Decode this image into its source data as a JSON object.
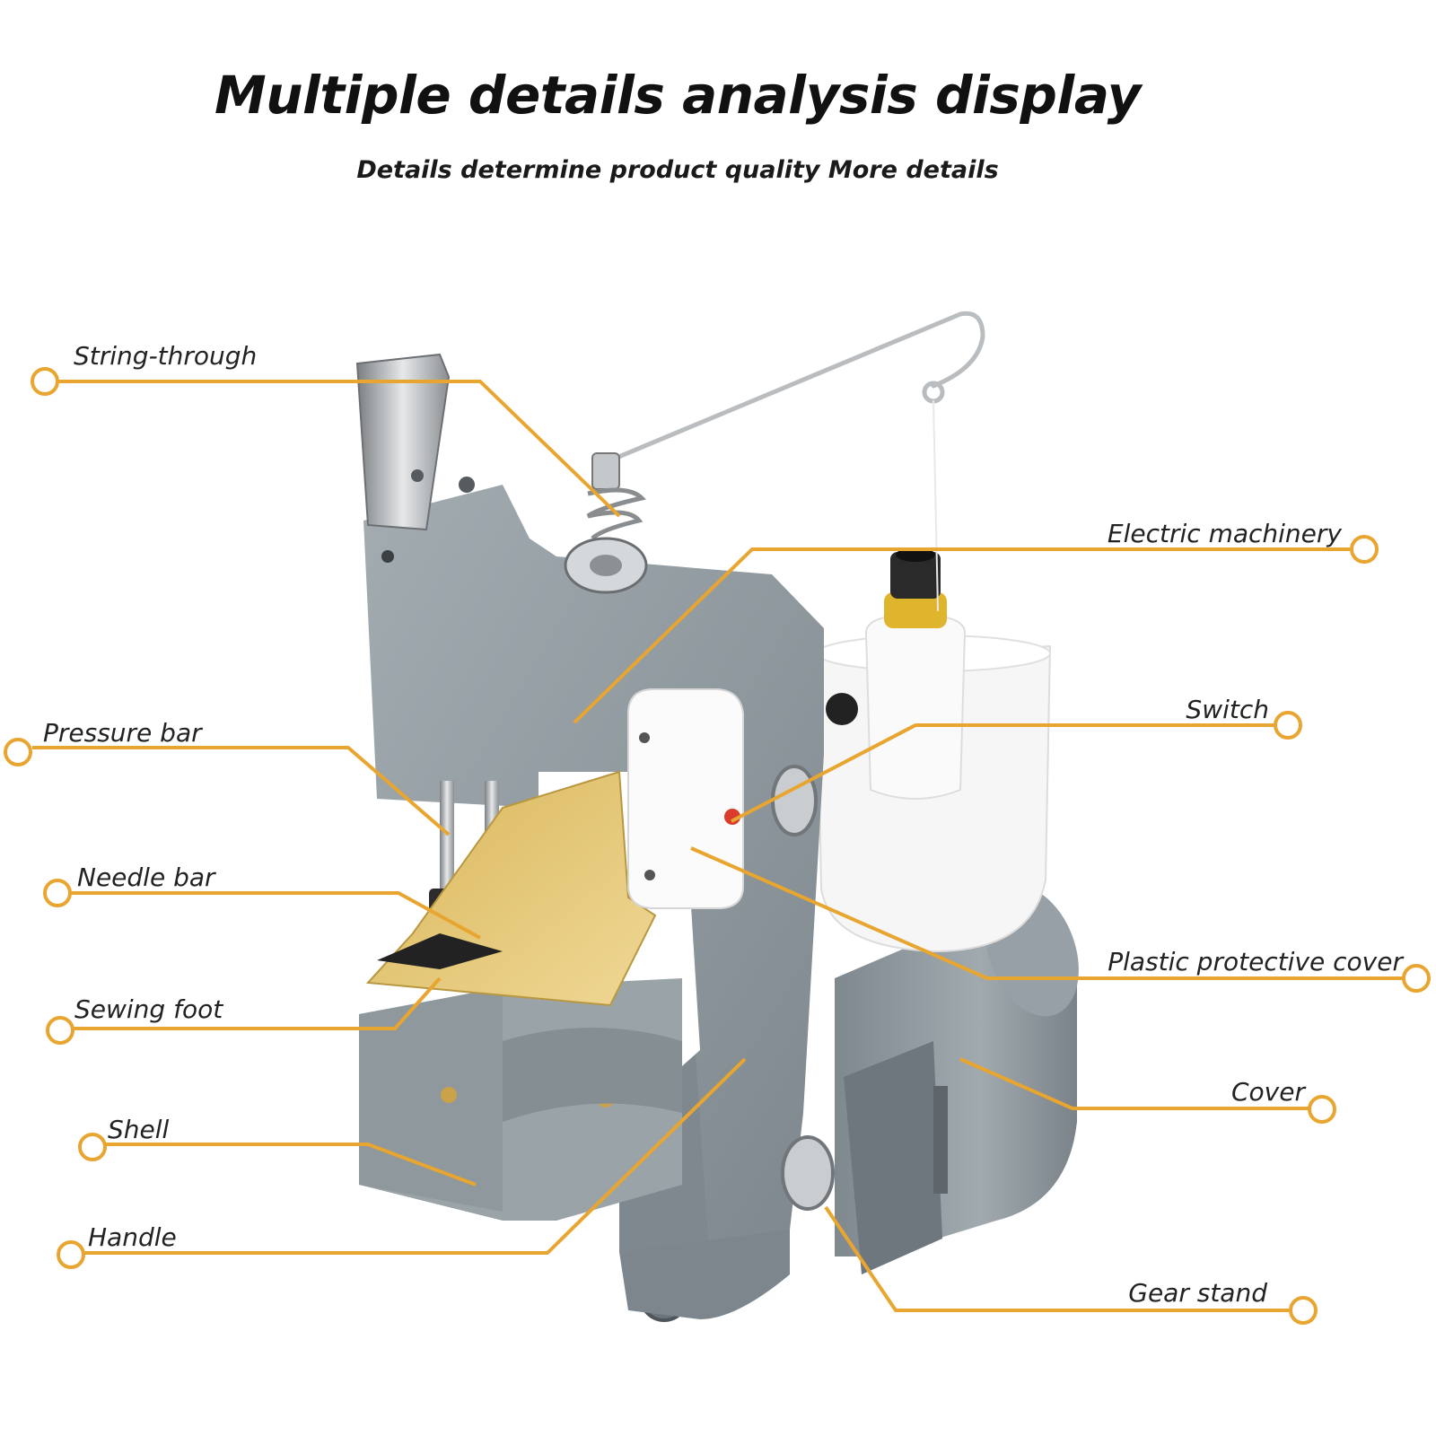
{
  "header": {
    "title": "Multiple details analysis display",
    "subtitle": "Details determine product quality More details"
  },
  "colors": {
    "accent": "#E8A530",
    "machine_body": "#8E989E",
    "machine_dark": "#6F797F",
    "spool_white": "#F4F4F4",
    "text": "#222222"
  },
  "callouts": {
    "string_through": "String-through",
    "pressure_bar": "Pressure bar",
    "needle_bar": "Needle bar",
    "sewing_foot": "Sewing foot",
    "shell": "Shell",
    "handle": "Handle",
    "electric_machinery": "Electric machinery",
    "switch": "Switch",
    "plastic_protective_cover": "Plastic protective cover",
    "cover": "Cover",
    "gear_stand": "Gear stand"
  },
  "product": {
    "name": "portable bag sewing machine",
    "image_type": "product photo"
  }
}
